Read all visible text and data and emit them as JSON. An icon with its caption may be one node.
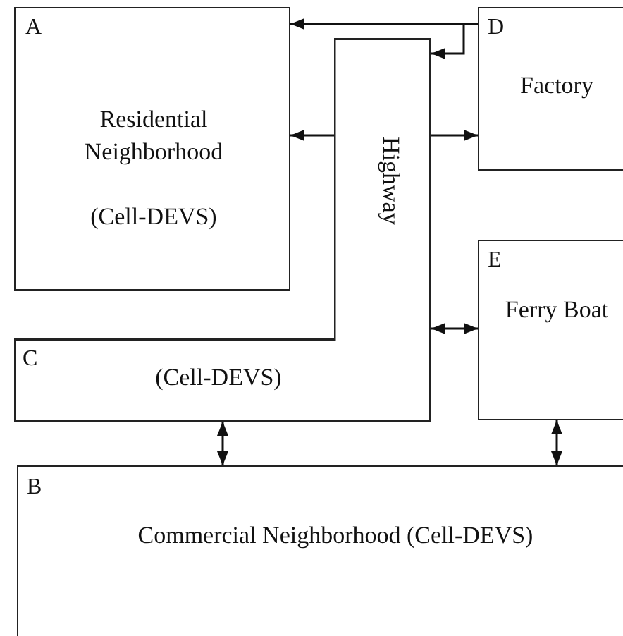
{
  "diagram": {
    "nodes": [
      {
        "text": [
          "A",
          "Residential Neighborhood",
          "(Cell-DEVS)"
        ]
      },
      {
        "text": [
          "D",
          "Factory"
        ]
      },
      {
        "text": [
          "C",
          "Highway",
          "(Cell-DEVS)"
        ]
      },
      {
        "text": [
          "E",
          "Ferry Boat"
        ]
      },
      {
        "text": [
          "B",
          "Commercial Neighborhood (Cell-DEVS)"
        ]
      }
    ],
    "edges": [
      {
        "from": 1,
        "to": 0,
        "arrow": "to"
      },
      {
        "from": 1,
        "to": 2,
        "arrow": "to"
      },
      {
        "from": 2,
        "to": 0,
        "arrow": "to"
      },
      {
        "from": 2,
        "to": 1,
        "arrow": "to"
      },
      {
        "from": 2,
        "to": 3,
        "arrow": "both"
      },
      {
        "from": 2,
        "to": 4,
        "arrow": "both"
      },
      {
        "from": 3,
        "to": 4,
        "arrow": "both"
      }
    ]
  }
}
